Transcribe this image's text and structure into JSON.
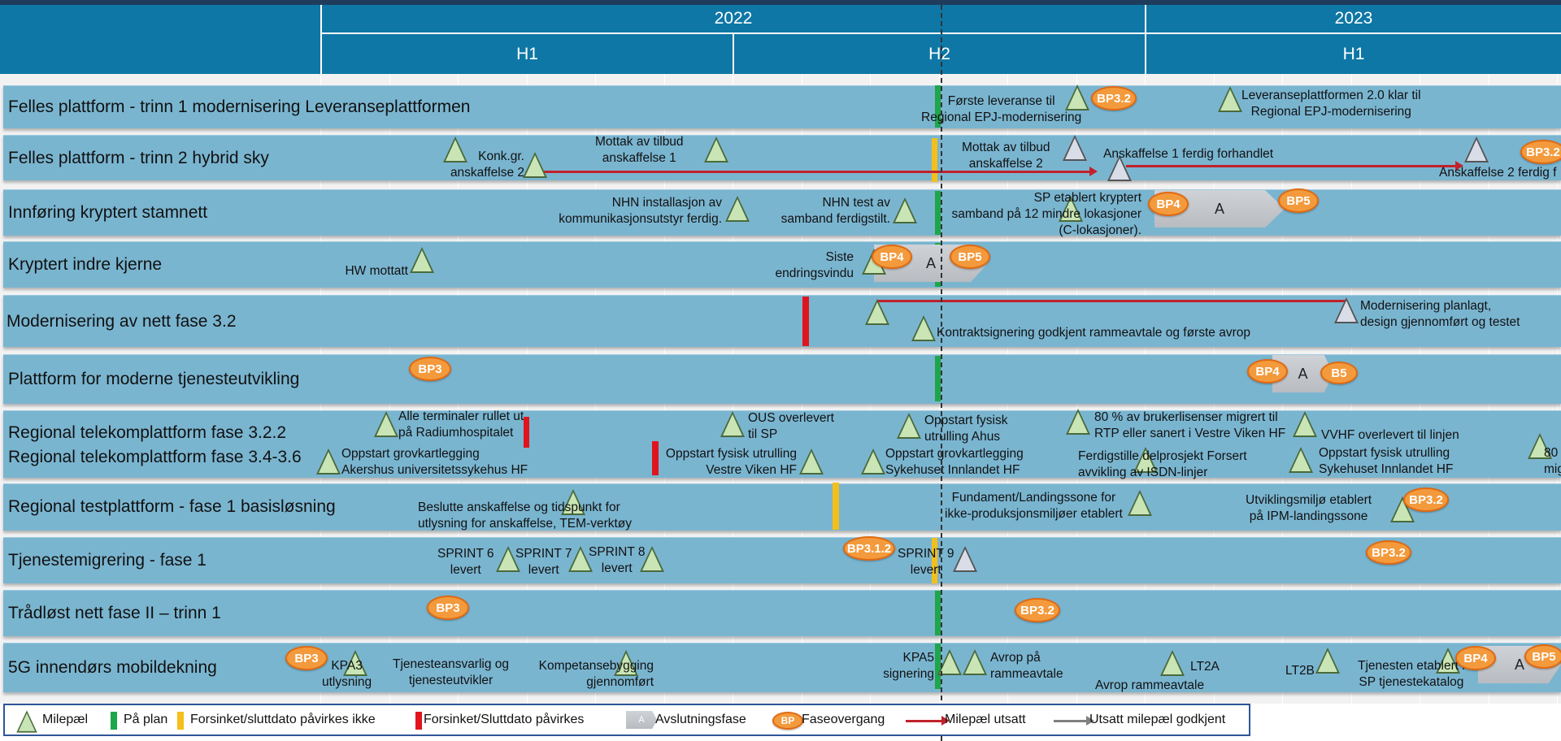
{
  "timeline": {
    "years": [
      "2022",
      "2023"
    ],
    "halves": [
      "H1",
      "H2",
      "H1"
    ]
  },
  "rows": [
    {
      "label": "Felles plattform - trinn 1 modernisering Leveranseplattformen"
    },
    {
      "label": "Felles plattform - trinn 2 hybrid sky"
    },
    {
      "label": "Innføring kryptert stamnett"
    },
    {
      "label": "Kryptert indre kjerne"
    },
    {
      "label": "Modernisering av nett fase 3.2"
    },
    {
      "label": "Plattform for moderne tjenesteutvikling"
    },
    {
      "label": "Regional telekomplattform fase 3.2.2"
    },
    {
      "label": "Regional telekomplattform fase 3.4-3.6"
    },
    {
      "label": "Regional testplattform - fase 1 basisløsning"
    },
    {
      "label": "Tjenestemigrering - fase 1"
    },
    {
      "label": "Trådløst nett fase II – trinn 1"
    },
    {
      "label": "5G innendørs mobildekning"
    }
  ],
  "labels": {
    "r1a": "Første leveranse til\nRegional EPJ-modernisering",
    "r1b": "Leveranseplattformen 2.0 klar til\nRegional EPJ-modernisering",
    "r2a": "Konk.gr.\nanskaffelse 2",
    "r2b": "Mottak av tilbud\nanskaffelse 1",
    "r2c": "Mottak av tilbud\nanskaffelse 2",
    "r2d": "Anskaffelse 1 ferdig forhandlet",
    "r2e": "Anskaffelse 2 ferdig f",
    "r3a": "NHN installasjon av\nkommunikasjonsutstyr ferdig.",
    "r3b": "NHN test av\nsamband ferdigstilt.",
    "r3c": "SP etablert kryptert\nsamband på 12 mindre lokasjoner\n(C-lokasjoner).",
    "r4a": "HW mottatt",
    "r4b": "Siste\nendringsvindu",
    "r5a": "Modernisering planlagt,\ndesign gjennomført og testet",
    "r5b": "Kontraktsignering godkjent rammeavtale og første avrop",
    "r7a": "Alle terminaler rullet ut\npå Radiumhospitalet",
    "r7b": "OUS overlevert\ntil SP",
    "r7c": "Oppstart fysisk\nutrulling Ahus",
    "r7d": "80 % av brukerlisenser migrert til\nRTP eller sanert i Vestre Viken HF",
    "r7e": "VVHF overlevert til linjen",
    "r8a": "Oppstart  grovkartlegging\nAkershus universitetssykehus HF",
    "r8b": "Oppstart fysisk utrulling\nVestre Viken HF",
    "r8c": "Oppstart grovkartlegging\nSykehuset Innlandet HF",
    "r8d": "Ferdigstille delprosjekt Forsert\navvikling av ISDN-linjer",
    "r8e": "Oppstart fysisk utrulling\nSykehuset Innlandet HF",
    "r8f": "80\nmig",
    "r9a": "Beslutte anskaffelse og tidspunkt for\nutlysning for anskaffelse, TEM-verktøy",
    "r9b": "Fundament/Landingssone for\nikke-produksjonsmiljøer etablert",
    "r9c": "Utviklingsmiljø etablert\npå IPM-landingssone",
    "r10a": "SPRINT 6\nlevert",
    "r10b": "SPRINT 7\nlevert",
    "r10c": "SPRINT 8\nlevert",
    "r10d": "SPRINT 9\nlevert",
    "r12a": "KPA3\nutlysning",
    "r12b": "Tjenesteansvarlig og\ntjenesteutvikler",
    "r12c": "Kompetansebygging\ngjennomført",
    "r12d": "KPA5\nsignering",
    "r12e": "Avrop på\nrammeavtale",
    "r12f": "LT2A",
    "r12g": "Avrop rammeavtale",
    "r12h": "LT2B",
    "r12i": "Tjenesten etablert i\nSP tjenestekatalog"
  },
  "phases": {
    "bp3": "BP3",
    "bp3_1_2": "BP3.1.2",
    "bp3_2": "BP3.2",
    "bp4": "BP4",
    "bp5": "BP5",
    "b5": "B5",
    "a": "A"
  },
  "legend": {
    "milestone": "Milepæl",
    "on_plan": "På plan",
    "delayed_no_impact": "Forsinket/sluttdato påvirkes ikke",
    "delayed_impact": "Forsinket/Sluttdato påvirkes",
    "closing_phase": "Avslutningsfase",
    "phase_transition": "Faseovergang",
    "milestone_delayed": "Milepæl utsatt",
    "delay_approved": "Utsatt milepæl godkjent",
    "a_glyph": "A",
    "bp_glyph": "BP"
  },
  "colors": {
    "header": "#0e77a5",
    "row": "#7ab5d0",
    "on_plan": "#1ea64a",
    "delayed_no_impact": "#f3bf1a",
    "delayed_impact": "#e0141e",
    "phase_transition": "#f39a3c",
    "milestone_delayed": "#c0222c",
    "delay_approved": "#808080"
  }
}
